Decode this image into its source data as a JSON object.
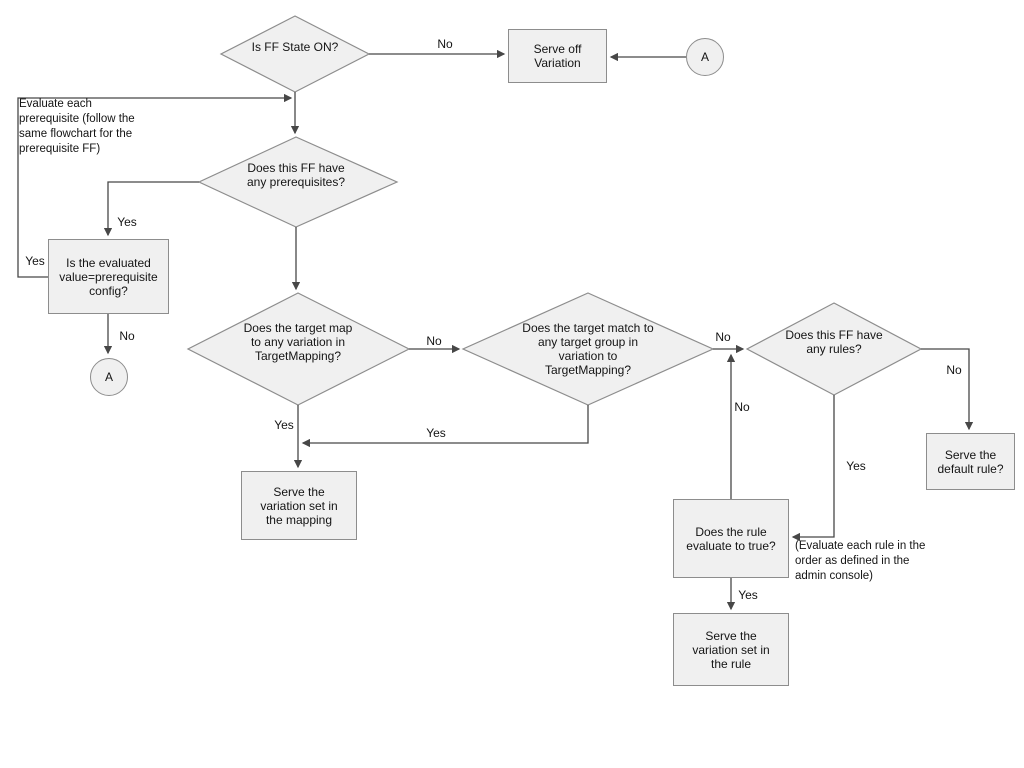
{
  "colors": {
    "canvas_bg": "#ffffff",
    "node_fill": "#f0f0f0",
    "node_border": "#8d8d8d",
    "line": "#474747",
    "text": "#141414"
  },
  "nodes": {
    "ff_state": {
      "label": "Is FF State ON?"
    },
    "serve_off": {
      "label": "Serve off Variation"
    },
    "connector_a_top": {
      "label": "A"
    },
    "prereq": {
      "label": "Does this FF have any prerequisites?"
    },
    "evaluated": {
      "label": "Is the evaluated value=prerequisite config?"
    },
    "connector_a_left": {
      "label": "A"
    },
    "target_map": {
      "label": "Does the target map to any variation in TargetMapping?"
    },
    "target_group": {
      "label": "Does the target match to any target group in variation to TargetMapping?"
    },
    "rules": {
      "label": "Does this FF have any rules?"
    },
    "serve_mapping": {
      "label": "Serve the variation set in the mapping"
    },
    "default_rule": {
      "label": "Serve the default rule?"
    },
    "rule_eval": {
      "label": "Does the rule evaluate to true?"
    },
    "serve_rule": {
      "label": "Serve the variation set in the rule"
    }
  },
  "edge_labels": {
    "ff_state_no": "No",
    "evaluated_yes": "Yes",
    "prereq_yes": "Yes",
    "evaluated_no": "No",
    "target_map_no": "No",
    "target_map_yes": "Yes",
    "target_group_yes": "Yes",
    "target_group_no": "No",
    "rules_no": "No",
    "rules_yes": "Yes",
    "rule_eval_no": "No",
    "rule_eval_yes": "Yes"
  },
  "annotations": {
    "prerequisite_note": "Evaluate each\nprerequisite (follow the\nsame flowchart for the\nprerequisite FF)",
    "rules_note": "(Evaluate each rule in the\norder as defined in the\nadmin console)"
  }
}
